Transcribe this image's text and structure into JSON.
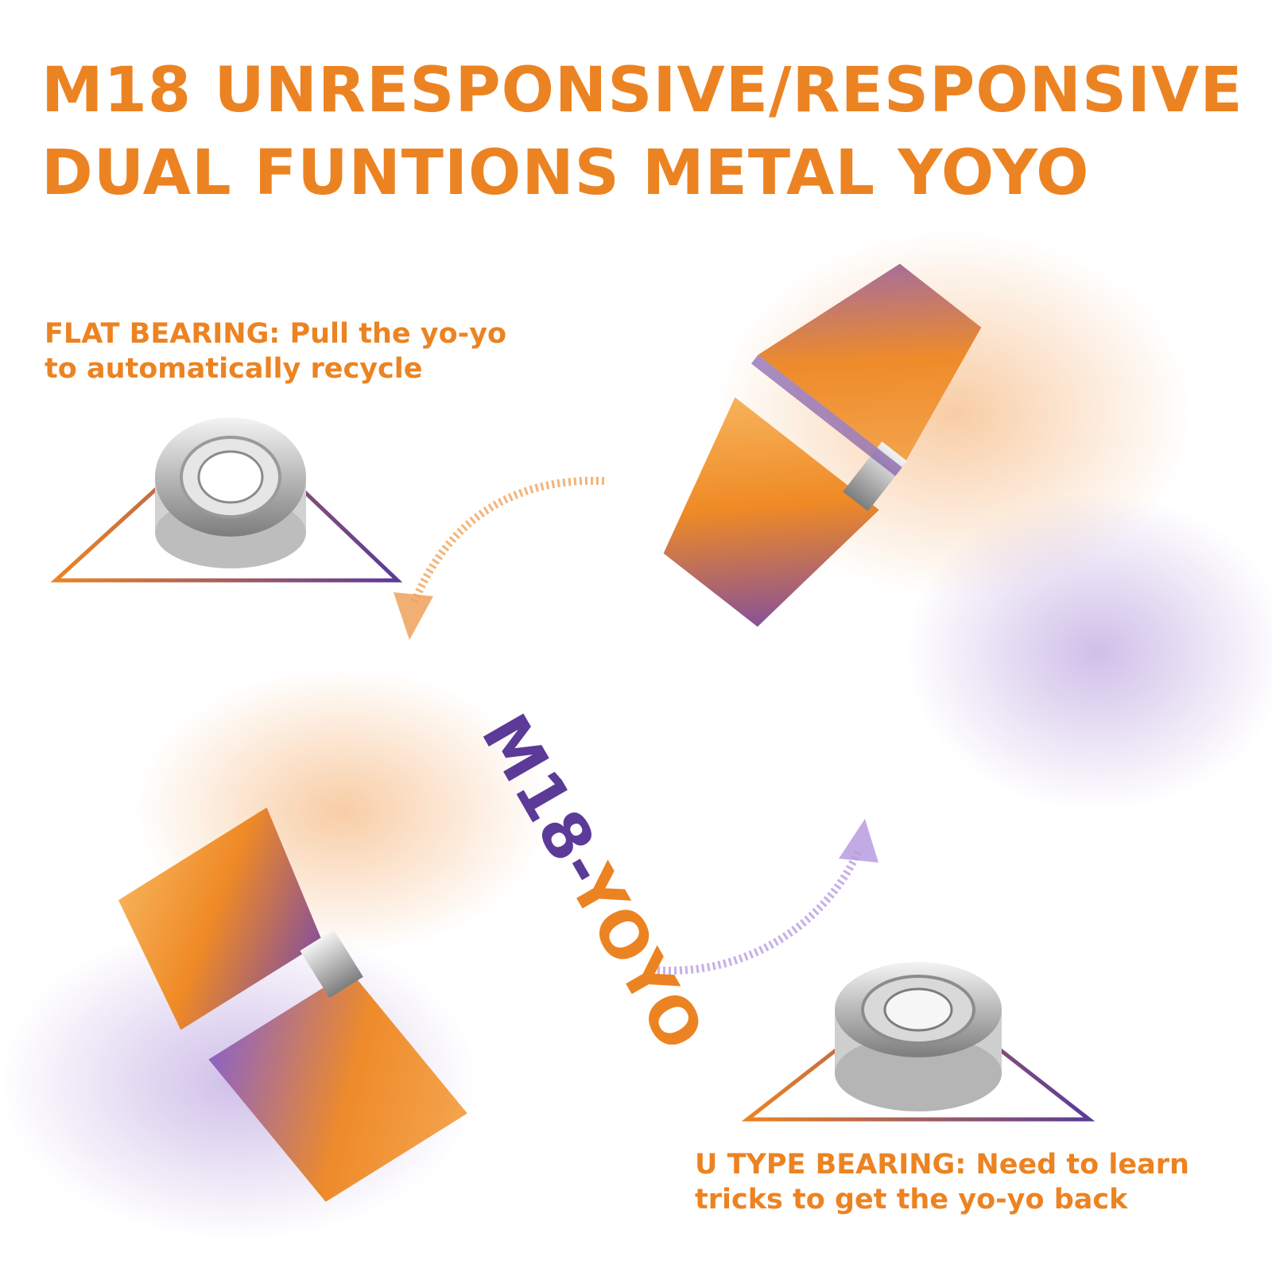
{
  "title": {
    "line1": "M18 UNRESPONSIVE/RESPONSIVE",
    "line2": "DUAL FUNTIONS METAL YOYO"
  },
  "flat_bearing": {
    "line1": "FLAT BEARING: Pull the yo-yo",
    "line2": "to automatically recycle"
  },
  "u_bearing": {
    "line1": "U TYPE BEARING: Need to learn",
    "line2": "tricks to get the yo-yo back"
  },
  "brand": {
    "part1": "M18-",
    "part2": "YOYO"
  },
  "colors": {
    "accent_orange": "#ec8322",
    "accent_purple": "#5b3a98"
  }
}
